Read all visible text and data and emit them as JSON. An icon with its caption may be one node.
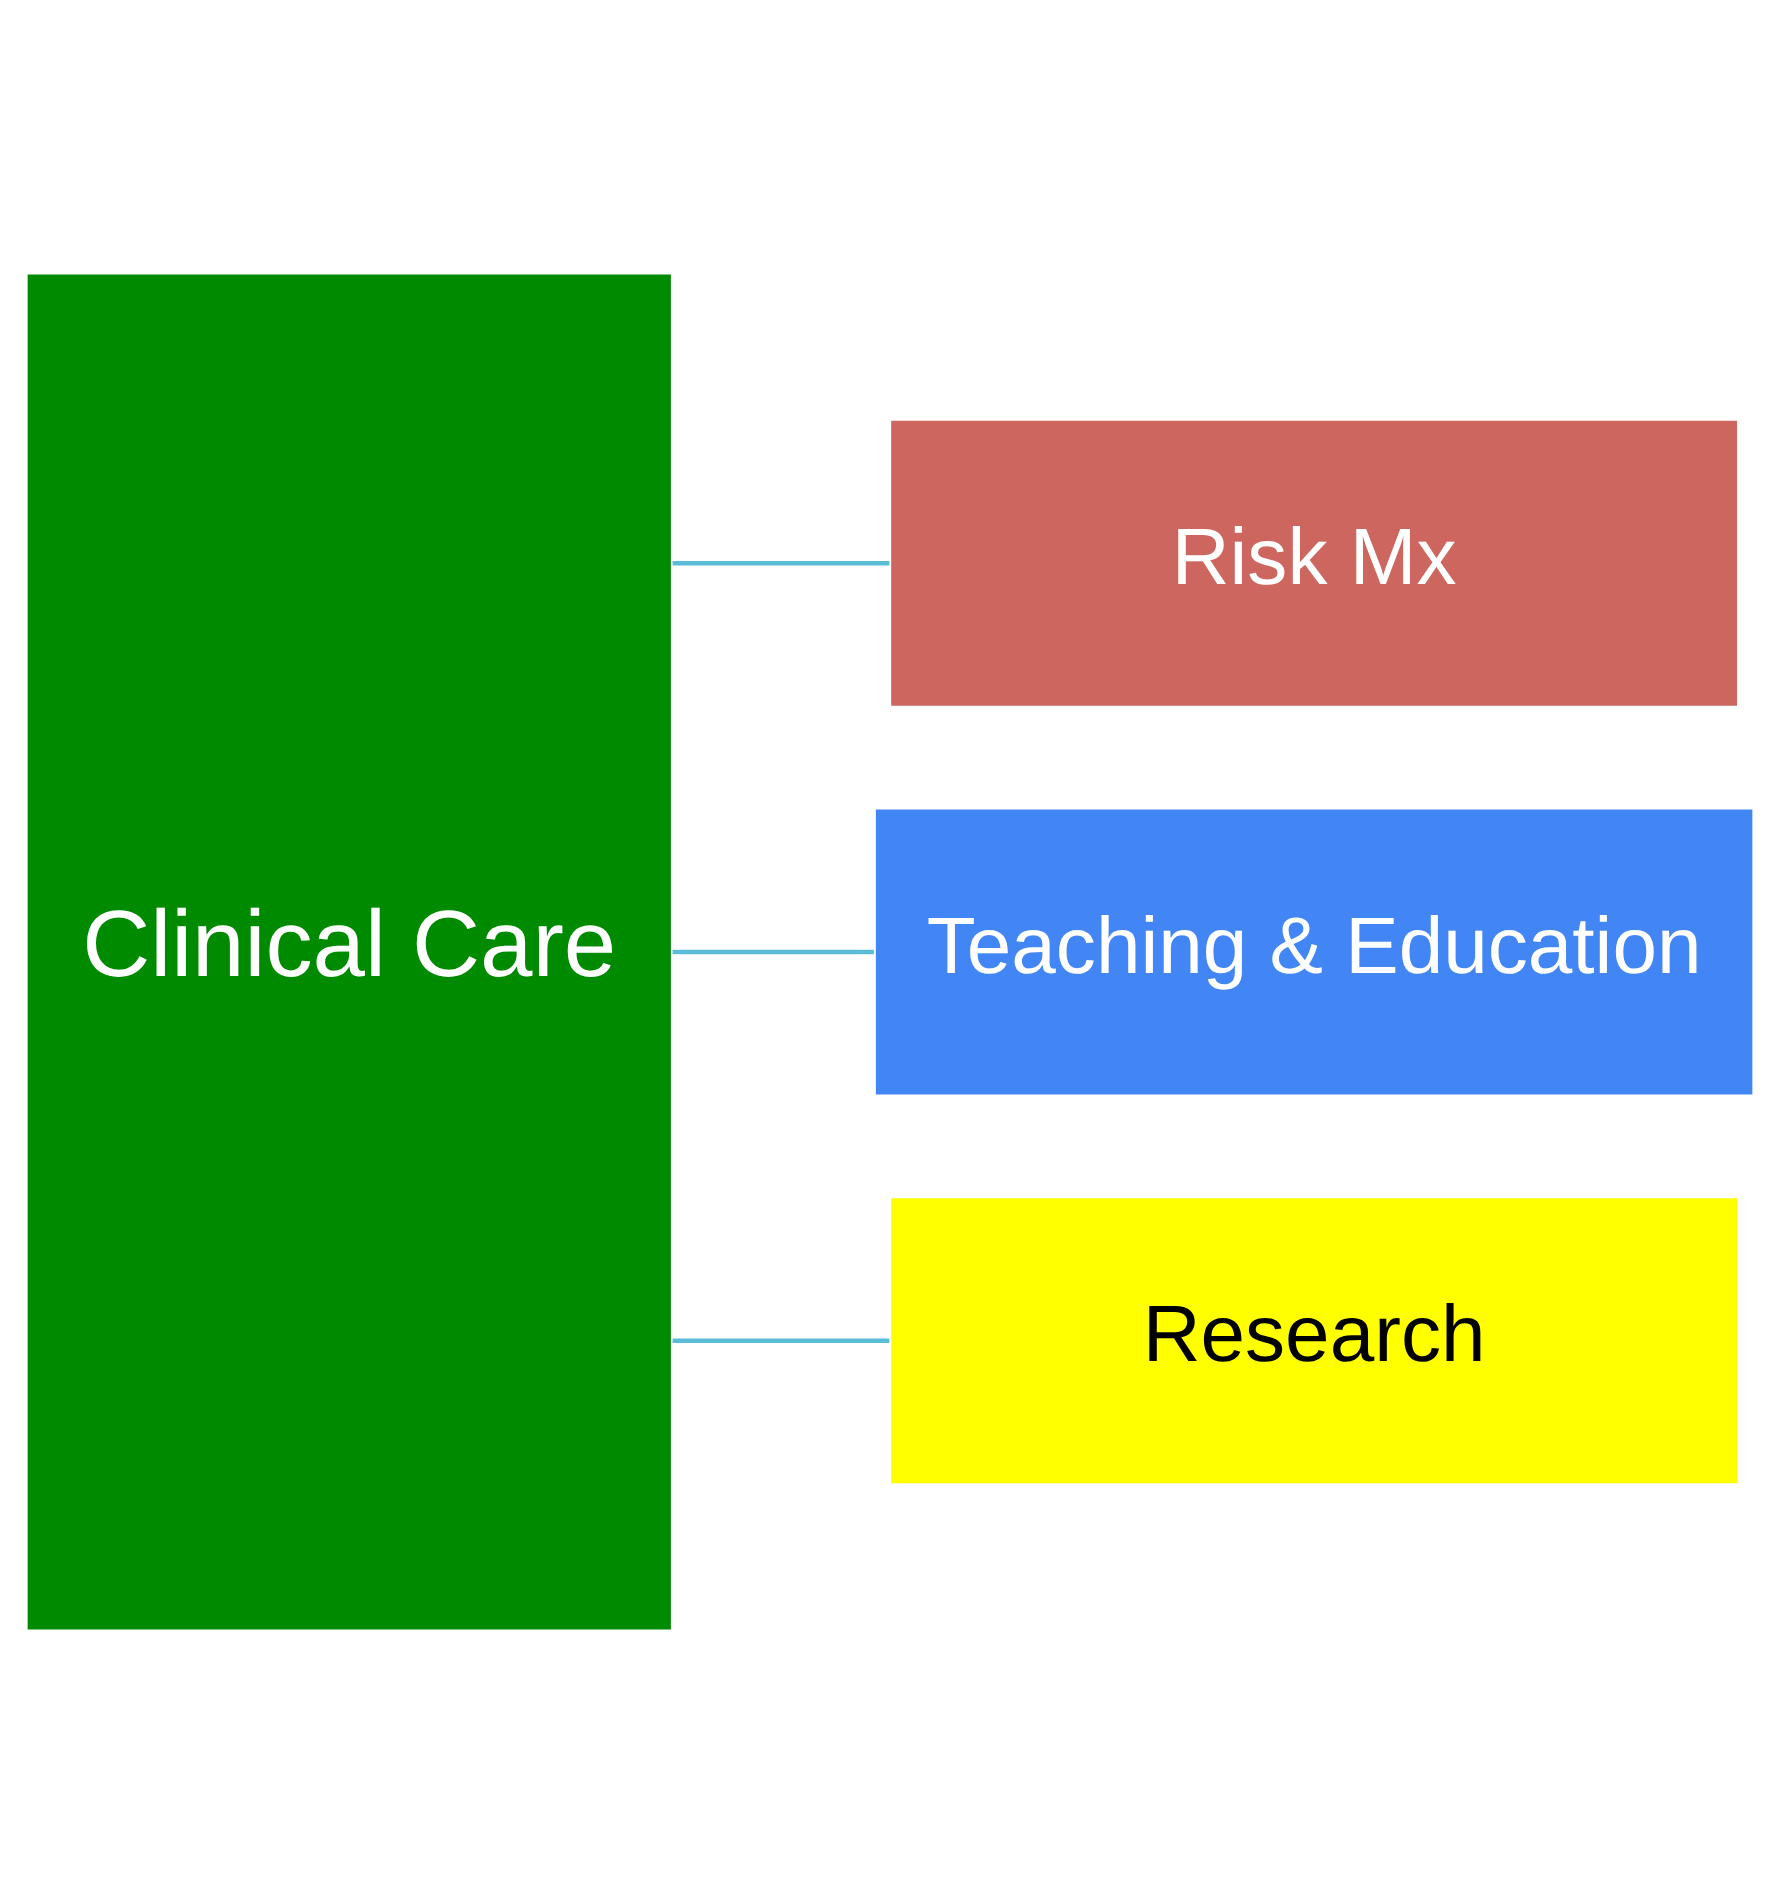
{
  "diagram": {
    "nodes": [
      {
        "text": [
          "Clinical Care"
        ]
      },
      {
        "text": [
          "Risk Mx"
        ]
      },
      {
        "text": [
          "Teaching & Education"
        ]
      },
      {
        "text": [
          "Research"
        ]
      }
    ],
    "edges": [
      {
        "from": 0,
        "to": 1,
        "arrow": "none"
      },
      {
        "from": 0,
        "to": 2,
        "arrow": "none"
      },
      {
        "from": 0,
        "to": 3,
        "arrow": "none"
      }
    ]
  }
}
